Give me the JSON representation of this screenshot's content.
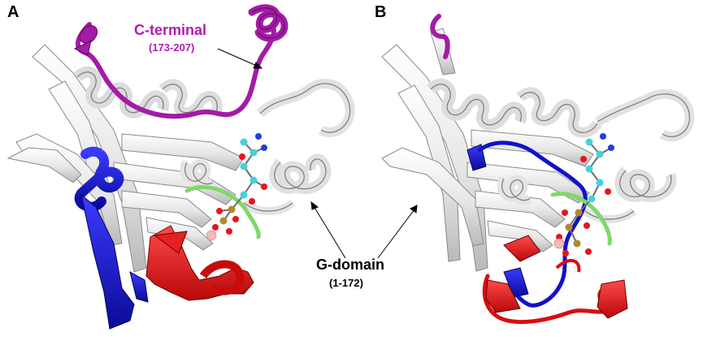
{
  "panels": [
    {
      "letter": "A"
    },
    {
      "letter": "B"
    }
  ],
  "labels": {
    "c_terminal": {
      "title": "C-terminal",
      "range": "(173-207)",
      "color": "#b11cb1"
    },
    "g_domain": {
      "title": "G-domain",
      "range": "(1-172)",
      "color": "#000000"
    }
  },
  "colors": {
    "backbone": "#e9e9e9",
    "backbone_outline": "#8a8a8a",
    "c_terminal": "#a21ca6",
    "switch_blue": "#1212c8",
    "switch_red": "#e01414",
    "p_loop_green": "#7fd86a",
    "ligand_carbon": "#45d1dc",
    "ligand_oxygen": "#e8141e",
    "ligand_nitrogen": "#1f3fe0",
    "ligand_phosphorus": "#b08a2e",
    "magnesium": "#f4b8b8"
  }
}
